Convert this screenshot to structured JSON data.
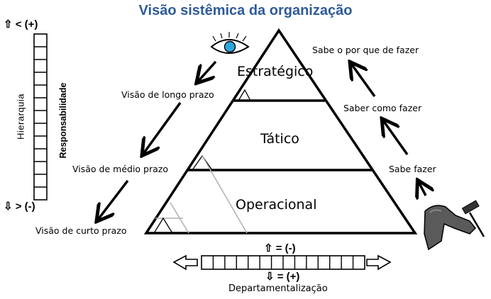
{
  "title": "Visão sistêmica da organização",
  "levels": {
    "top": "Estratégico",
    "middle": "Tático",
    "bottom": "Operacional"
  },
  "left_labels": {
    "long": "Visão de longo prazo",
    "medium": "Visão de médio prazo",
    "short": "Visão de curto prazo"
  },
  "right_labels": {
    "why": "Sabe o por que de fazer",
    "how": "Saber como fazer",
    "do": "Sabe fazer"
  },
  "vertical_scale": {
    "top_symbol": "⇧ < (+)",
    "bottom_symbol": "⇩ > (-)",
    "label_hierarchy": "Hierarquia",
    "label_responsibility": "Responsabilidade"
  },
  "horizontal_scale": {
    "top_symbol": "⇧ = (-)",
    "bottom_symbol": "⇩ = (+)",
    "label": "Departamentalização"
  },
  "icons": [
    "eye-icon",
    "arm-hammer-icon"
  ]
}
